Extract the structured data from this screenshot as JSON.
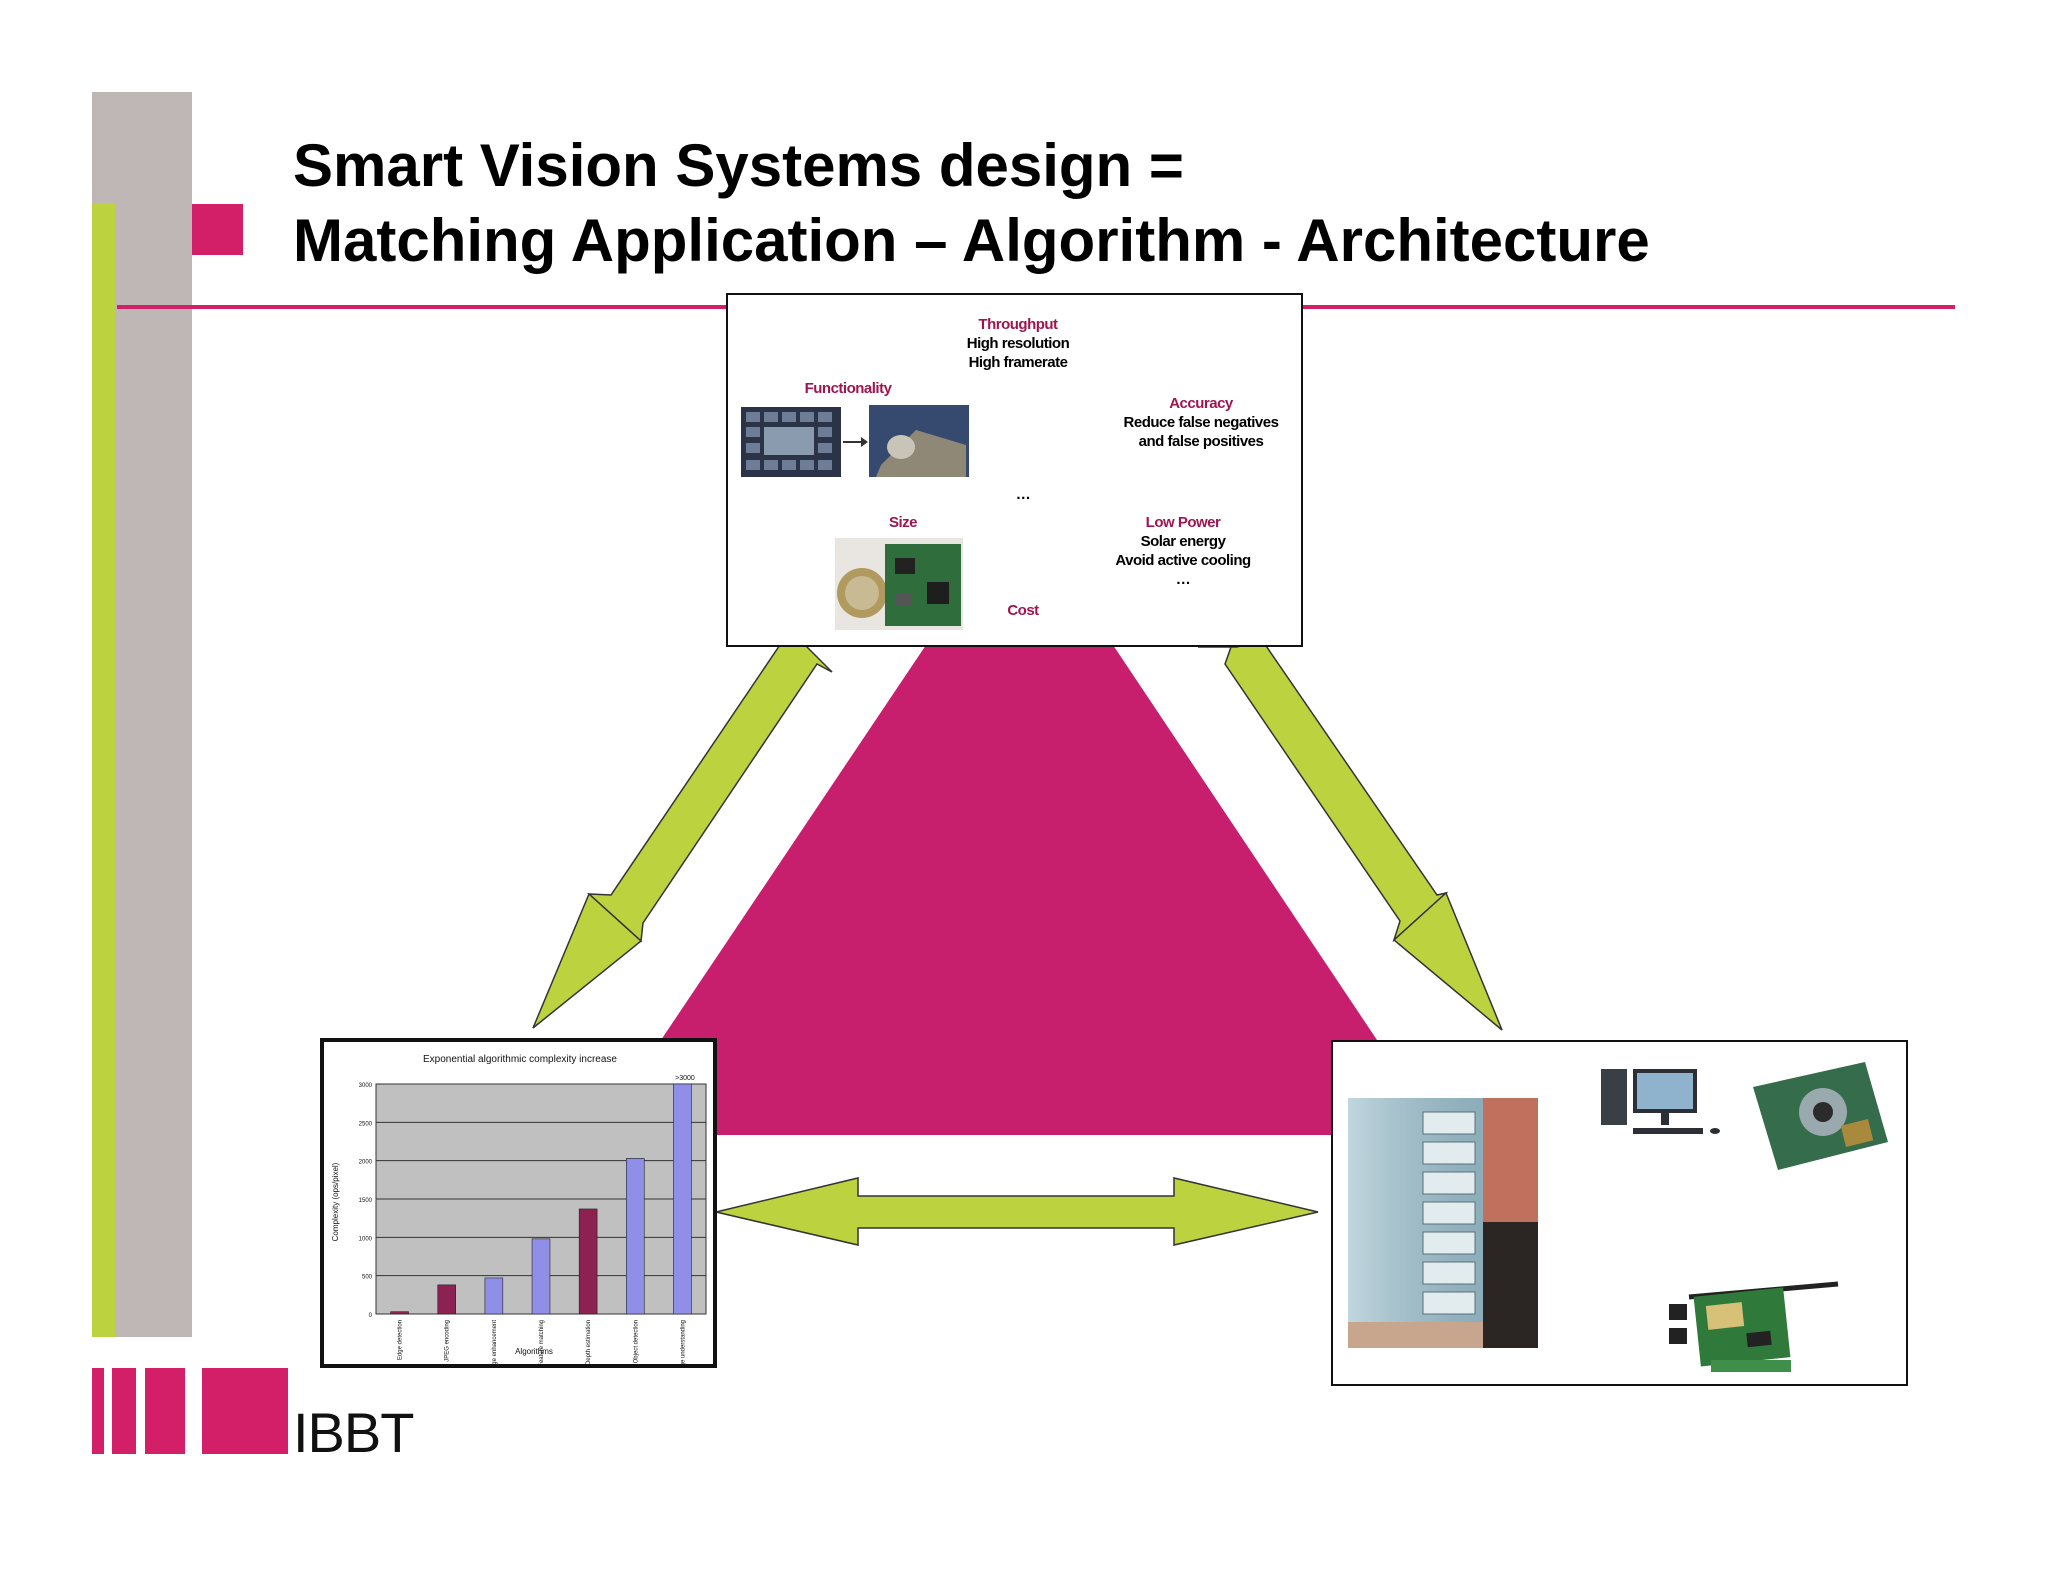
{
  "slide": {
    "title_line1": "Smart Vision Systems design =",
    "title_line2": "Matching Application – Algorithm - Architecture",
    "colors": {
      "accent_pink": "#d21f68",
      "accent_green": "#bcd23f",
      "sidebar_gray": "#bfb6b6",
      "triangle": "#c81e6e"
    }
  },
  "application": {
    "throughput": {
      "heading": "Throughput",
      "line1": "High resolution",
      "line2": "High framerate"
    },
    "functionality": {
      "heading": "Functionality"
    },
    "accuracy": {
      "heading": "Accuracy",
      "line1": "Reduce false negatives",
      "line2": "and false positives"
    },
    "size": {
      "heading": "Size"
    },
    "low_power": {
      "heading": "Low Power",
      "line1": "Solar energy",
      "line2": "Avoid active cooling",
      "line3": "…"
    },
    "cost": {
      "heading": "Cost"
    },
    "ellipsis": "…"
  },
  "chart_data": {
    "type": "bar",
    "title": "Exponential algorithmic complexity increase",
    "xlabel": "Algorithms",
    "ylabel": "Complexity (ops/pixel)",
    "ylim": [
      0,
      3000
    ],
    "yticks": [
      "0",
      "500",
      "1000",
      "1500",
      "2000",
      "2500",
      "3000"
    ],
    "categories": [
      "Edge detection",
      "JPEG encoding",
      "Image enhancement",
      "Feature matching",
      "Depth estimation",
      "Object detection",
      "Image understanding"
    ],
    "values": [
      30,
      380,
      470,
      980,
      1370,
      2030,
      3000
    ],
    "bar_colors": [
      "#8b2252",
      "#8b2252",
      "#8f8fe8",
      "#8f8fe8",
      "#8b2252",
      "#8f8fe8",
      "#8f8fe8"
    ],
    "top_label": ">3000"
  },
  "logo": {
    "text": "IBBT"
  }
}
